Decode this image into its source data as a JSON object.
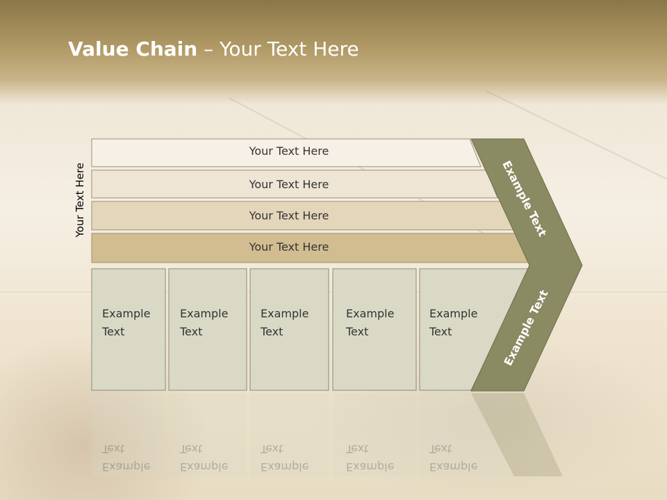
{
  "slide": {
    "title_bold": "Value Chain",
    "title_rest": " – Your Text Here",
    "side_label": "Your Text Here"
  },
  "bands": [
    {
      "label": "Your Text Here",
      "color": "#f6f0e6"
    },
    {
      "label": "Your Text Here",
      "color": "#eee5d5"
    },
    {
      "label": "Your Text Here",
      "color": "#e4d6ba"
    },
    {
      "label": "Your Text Here",
      "color": "#d1bd90"
    }
  ],
  "boxes": [
    {
      "line1": "Example",
      "line2": "Text"
    },
    {
      "line1": "Example",
      "line2": "Text"
    },
    {
      "line1": "Example",
      "line2": "Text"
    },
    {
      "line1": "Example",
      "line2": "Text"
    },
    {
      "line1": "Example",
      "line2": "Text"
    }
  ],
  "chevron": {
    "upper_label": "Example Text",
    "lower_label": "Example Text",
    "color": "#8a8a63"
  },
  "colors": {
    "box_fill": "#d9d9c6",
    "box_stroke": "#8a8a7a",
    "band_stroke": "#9a8f78"
  }
}
